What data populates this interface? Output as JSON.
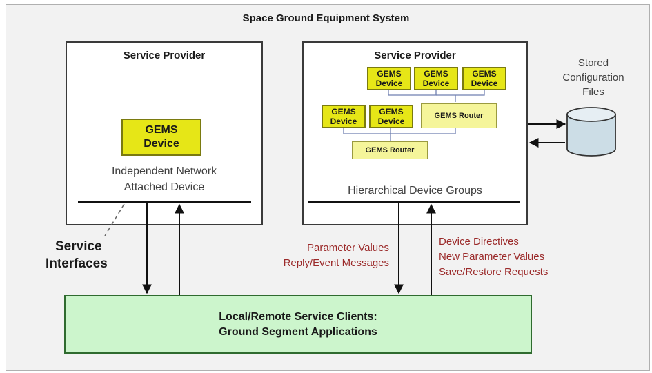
{
  "title": "Space Ground Equipment System",
  "left_provider": {
    "title": "Service Provider",
    "device_label": "GEMS\nDevice",
    "caption_line1": "Independent Network",
    "caption_line2": "Attached Device"
  },
  "right_provider": {
    "title": "Service Provider",
    "top_devices": [
      "GEMS\nDevice",
      "GEMS\nDevice",
      "GEMS\nDevice"
    ],
    "mid_devices": [
      "GEMS\nDevice",
      "GEMS\nDevice"
    ],
    "router_upper": "GEMS Router",
    "router_lower": "GEMS Router",
    "caption": "Hierarchical Device Groups"
  },
  "storage": {
    "line1": "Stored",
    "line2": "Configuration",
    "line3": "Files"
  },
  "service_interfaces": {
    "line1": "Service",
    "line2": "Interfaces"
  },
  "flows": {
    "up_line1": "Parameter Values",
    "up_line2": "Reply/Event Messages",
    "down_line1": "Device Directives",
    "down_line2": "New Parameter Values",
    "down_line3": "Save/Restore Requests"
  },
  "clients": {
    "line1": "Local/Remote Service Clients:",
    "line2": "Ground Segment Applications"
  },
  "colors": {
    "device_fill": "#e6e617",
    "router_fill": "#f5f59a",
    "clients_fill": "#ccf5cc",
    "flow_text": "#9b2a2a"
  }
}
